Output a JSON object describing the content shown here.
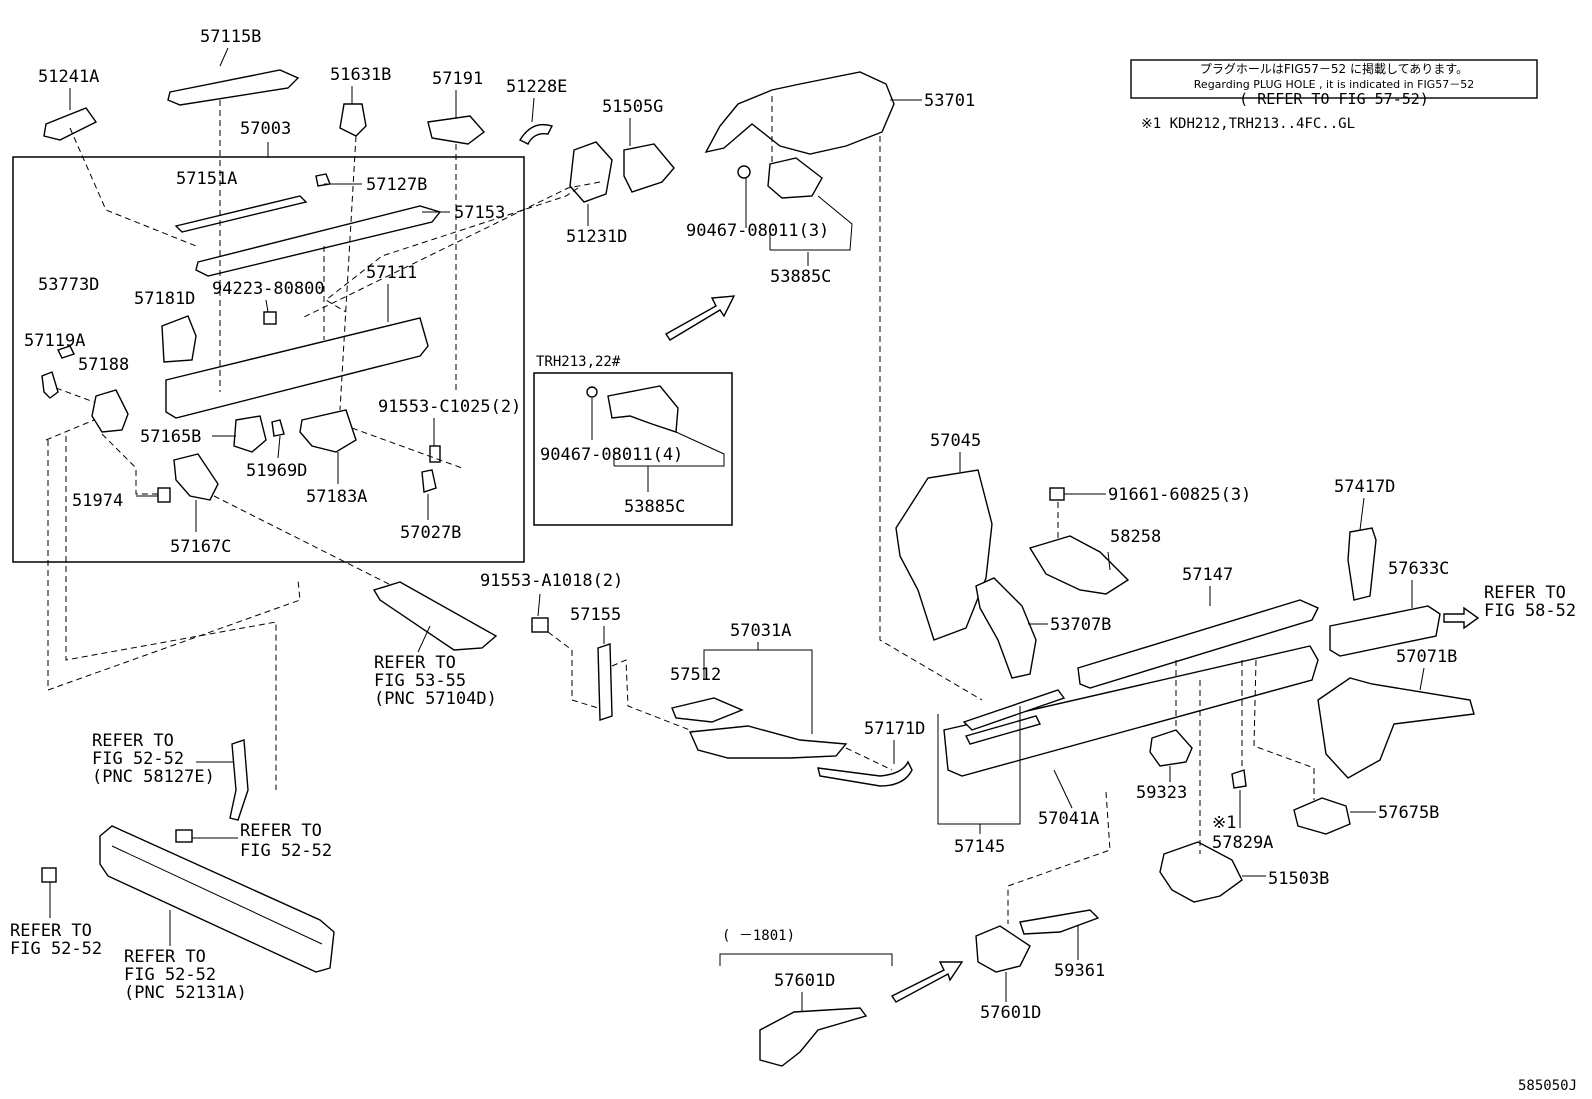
{
  "note": {
    "line1": "プラグホールはFIG57－52 に掲載してあります。",
    "line2": "Regarding  PLUG HOLE , it is indicated in FIG57－52",
    "line3": "( REFER TO FIG 57-52)"
  },
  "footnote": "※1 KDH212,TRH213..4FC..GL",
  "variant_label": "TRH213,22#",
  "date_range": "(     －1801)",
  "footnote_mark": "※1",
  "diagram_id": "585050J",
  "parts": {
    "p57115B": "57115B",
    "p51241A": "51241A",
    "p51631B": "51631B",
    "p57191": "57191",
    "p51228E": "51228E",
    "p51505G": "51505G",
    "p57003": "57003",
    "p57151A": "57151A",
    "p57127B": "57127B",
    "p57153": "57153",
    "p51231D": "51231D",
    "p53773D": "53773D",
    "p57181D": "57181D",
    "p94223_80800": "94223-80800",
    "p57111": "57111",
    "p57119A": "57119A",
    "p57188": "57188",
    "p91553_C1025": "91553-C1025(2)",
    "p57165B": "57165B",
    "p51969D": "51969D",
    "p57183A": "57183A",
    "p51974": "51974",
    "p57027B": "57027B",
    "p57167C": "57167C",
    "p53701": "53701",
    "p90467_08011_3": "90467-08011(3)",
    "p53885C_a": "53885C",
    "p90467_08011_4": "90467-08011(4)",
    "p53885C_b": "53885C",
    "p57045": "57045",
    "p91661_60825": "91661-60825(3)",
    "p57417D": "57417D",
    "p58258": "58258",
    "p57147": "57147",
    "p57633C": "57633C",
    "p53707B": "53707B",
    "p57071B": "57071B",
    "p91553_A1018": "91553-A1018(2)",
    "p57155": "57155",
    "p57031A": "57031A",
    "p57512": "57512",
    "p57171D": "57171D",
    "p59323": "59323",
    "p57041A": "57041A",
    "p57145": "57145",
    "p57829A": "57829A",
    "p57675B": "57675B",
    "p51503B": "51503B",
    "p59361": "59361",
    "p57601D_a": "57601D",
    "p57601D_b": "57601D"
  },
  "refs": {
    "r53_55": [
      "REFER TO",
      "FIG 53-55",
      "(PNC 57104D)"
    ],
    "r58127E": [
      "REFER TO",
      "FIG 52-52",
      "(PNC 58127E)"
    ],
    "r52_52_a": [
      "REFER TO",
      "FIG 52-52"
    ],
    "r52_52_b": [
      "REFER TO",
      "FIG 52-52"
    ],
    "r52131A": [
      "REFER TO",
      "FIG 52-52",
      "(PNC 52131A)"
    ],
    "r58_52": [
      "REFER TO",
      "FIG 58-52"
    ]
  }
}
